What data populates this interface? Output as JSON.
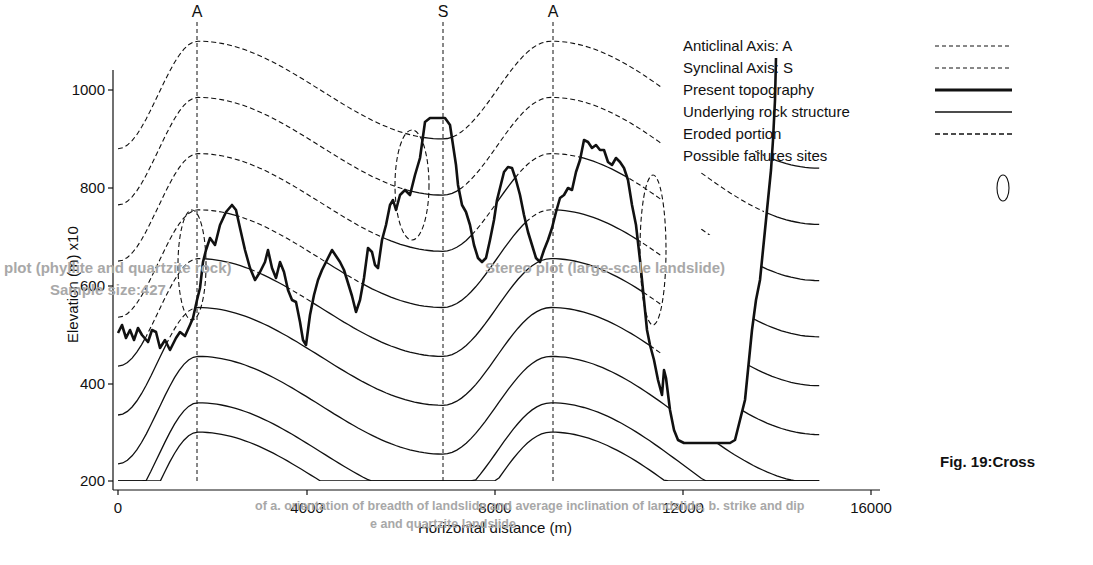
{
  "diagram": {
    "caption": "Fig. 19:Cross",
    "labels": [
      "A",
      "S",
      "A",
      "1000",
      "800",
      "600",
      "400",
      "200",
      "0",
      "4000",
      "8000",
      "12000",
      "16000",
      "Elevation (m) x10",
      "Horizontal distance (m)",
      "plot (phyllite and quartzite rock)",
      "Sample size:427",
      "Stereo plot (large-scale landslide)",
      "of a. orientation of breadth of landslide and average inclination of landslide, b. strike and dip",
      "e and quartzite landslide"
    ],
    "legend": [
      {
        "text": "Anticlinal Axis: A"
      },
      {
        "text": "Synclinal Axis: S"
      },
      {
        "text": "Present topography"
      },
      {
        "text": "Underlying rock structure"
      },
      {
        "text": "Eroded portion"
      },
      {
        "text": "Possible failures sites"
      }
    ]
  }
}
